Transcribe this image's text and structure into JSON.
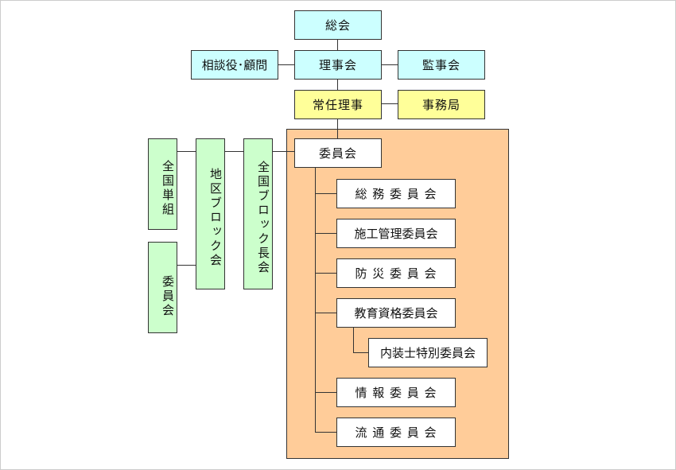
{
  "nodes": {
    "soukai": "総会",
    "soudan": "相談役･顧問",
    "rijikai": "理事会",
    "kansa": "監事会",
    "jounin": "常任理事",
    "jimukyoku": "事務局",
    "iinkai": "委員会",
    "soumu": "総 務 委 員 会",
    "sekou": "施工管理委員会",
    "bousai": "防 災 委 員 会",
    "kyouiku": "教育資格委員会",
    "naisou": "内装士特別委員会",
    "jouhou": "情 報 委 員 会",
    "ryuutsuu": "流 通 委 員 会",
    "zenkoku_block": "全国ブロック長会",
    "chiku_block": "地区ブロック会",
    "zenkoku_tan": "全国単組",
    "tan_iinkai": "委員会"
  },
  "colors": {
    "top_level": "#ccffff",
    "executive": "#ffff99",
    "committee_area": "#ffcc99",
    "regional": "#ccffcc",
    "committee": "#ffffff"
  }
}
